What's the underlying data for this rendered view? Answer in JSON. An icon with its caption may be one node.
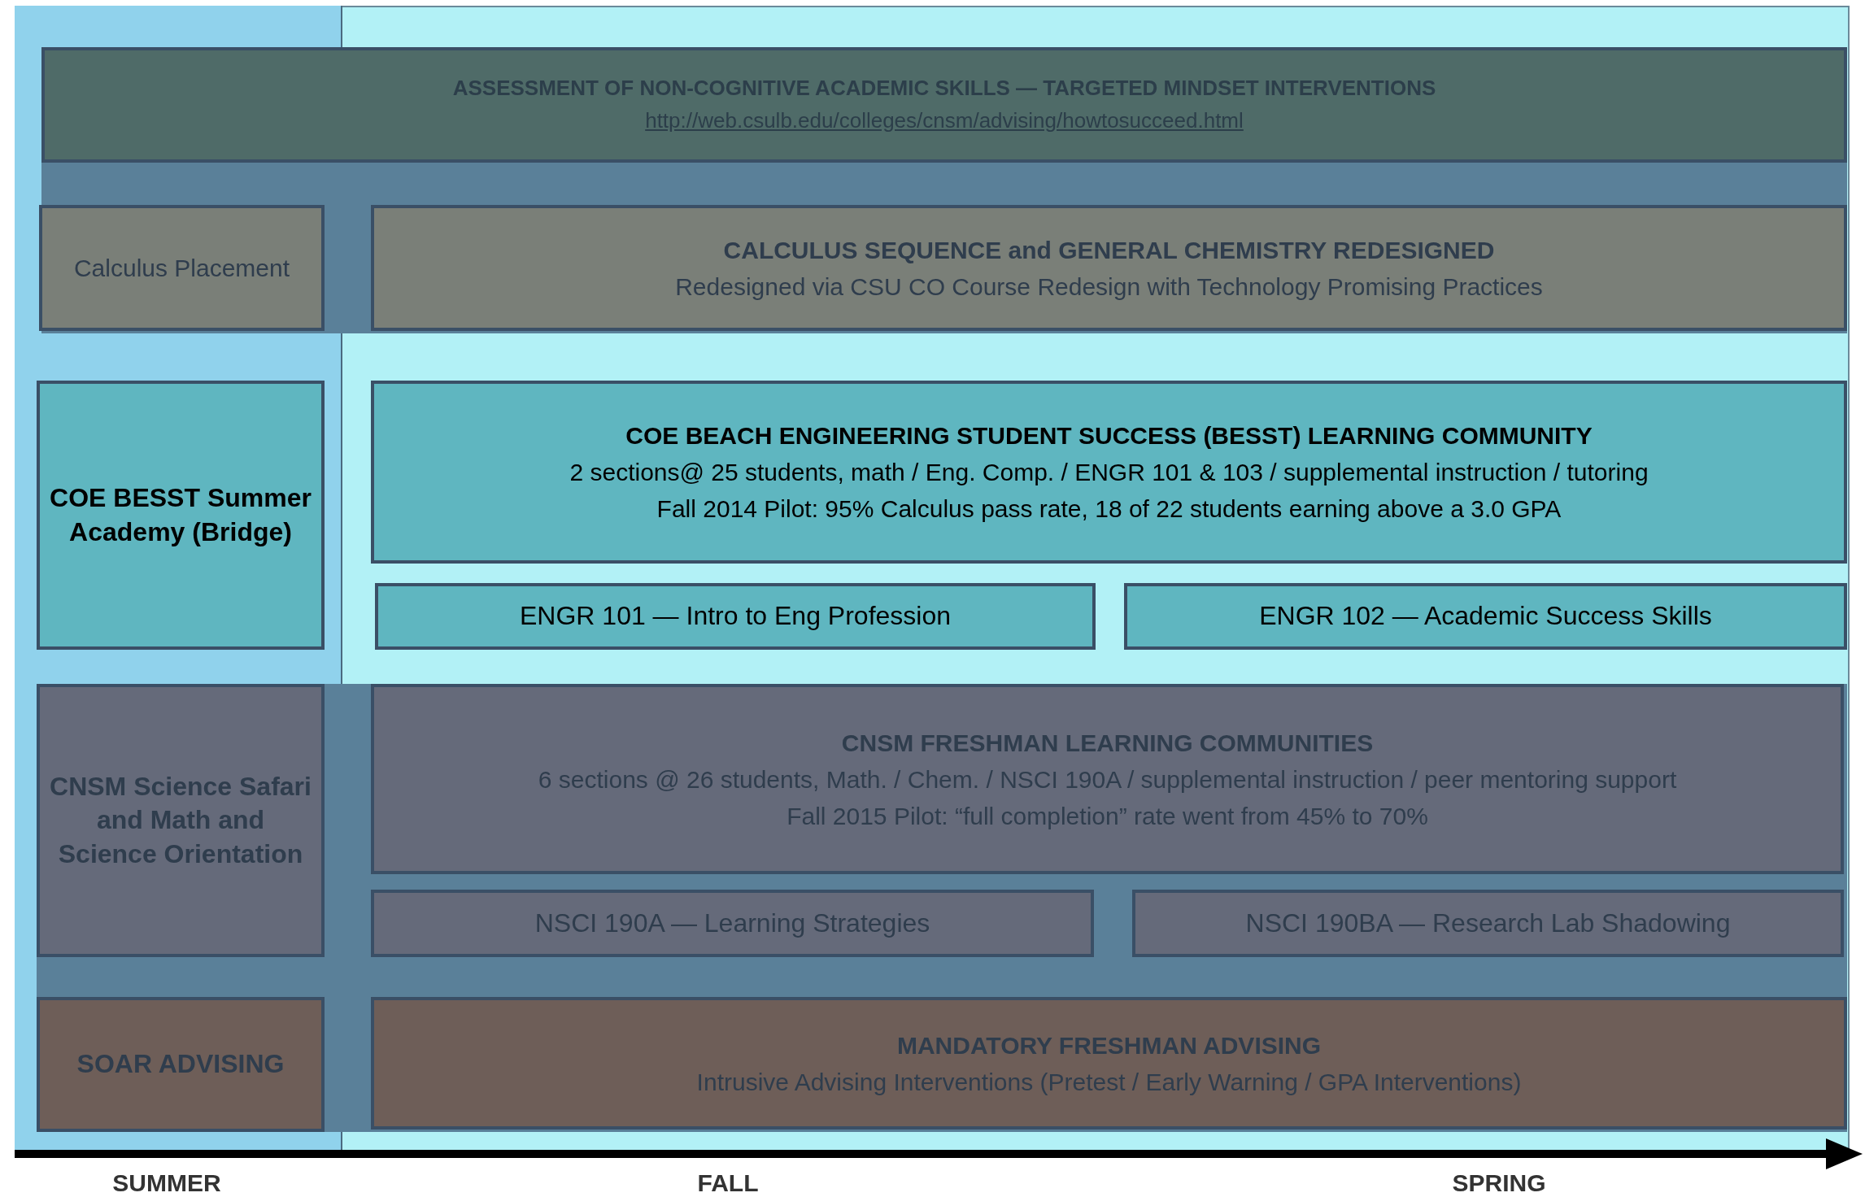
{
  "diagram": {
    "nodes": [
      {
        "text": [
          "ASSESSMENT OF NON-COGNITIVE ACADEMIC SKILLS — TARGETED MINDSET INTERVENTIONS",
          "http://web.csulb.edu/colleges/cnsm/advising/howtosucceed.html"
        ]
      },
      {
        "text": [
          "Calculus Placement"
        ]
      },
      {
        "text": [
          "CALCULUS SEQUENCE and GENERAL CHEMISTRY REDESIGNED",
          "Redesigned via CSU CO Course Redesign with Technology Promising Practices"
        ]
      },
      {
        "text": [
          "COE BESST Summer Academy (Bridge)"
        ]
      },
      {
        "text": [
          "COE BEACH ENGINEERING STUDENT SUCCESS (BESST) LEARNING COMMUNITY",
          "2 sections@ 25 students, math / Eng. Comp. / ENGR 101 & 103 / supplemental instruction / tutoring",
          "Fall 2014 Pilot: 95% Calculus pass rate, 18 of 22 students earning above a 3.0 GPA"
        ]
      },
      {
        "text": [
          "ENGR 101 — Intro to Eng Profession"
        ]
      },
      {
        "text": [
          "ENGR 102 — Academic Success Skills"
        ]
      },
      {
        "text": [
          "CNSM Science Safari and Math and Science Orientation"
        ]
      },
      {
        "text": [
          "CNSM FRESHMAN LEARNING COMMUNITIES",
          "6 sections @ 26 students, Math. / Chem. / NSCI 190A / supplemental instruction / peer mentoring support",
          "Fall 2015 Pilot: “full completion” rate went from 45% to 70%"
        ]
      },
      {
        "text": [
          "NSCI 190A — Learning Strategies"
        ]
      },
      {
        "text": [
          "NSCI 190BA — Research Lab Shadowing"
        ]
      },
      {
        "text": [
          "SOAR ADVISING"
        ]
      },
      {
        "text": [
          "MANDATORY FRESHMAN ADVISING",
          "Intrusive Advising Interventions (Pretest / Early Warning / GPA Interventions)"
        ]
      }
    ],
    "labels": [
      "SUMMER",
      "FALL",
      "SPRING"
    ]
  }
}
